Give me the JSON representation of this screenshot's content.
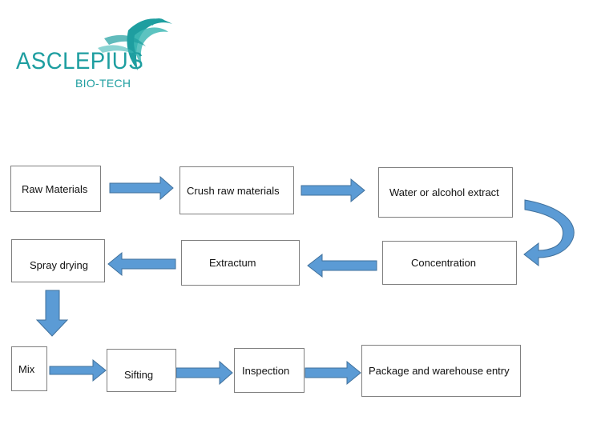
{
  "logo": {
    "name": "ASCLEPIUS",
    "subtitle": "BIO-TECH"
  },
  "colors": {
    "arrow_fill": "#5b9bd5",
    "arrow_stroke": "#41719c",
    "brand": "#1e9ea0",
    "box_border": "#7f7f7f"
  },
  "steps": {
    "raw": "Raw Materials",
    "crush": "Crush raw materials",
    "extract": "Water or alcohol extract",
    "concentration": "Concentration",
    "extractum": "Extractum",
    "spray": "Spray drying",
    "mix": "Mix",
    "sifting": "Sifting",
    "inspection": "Inspection",
    "package": "Package and warehouse entry"
  }
}
